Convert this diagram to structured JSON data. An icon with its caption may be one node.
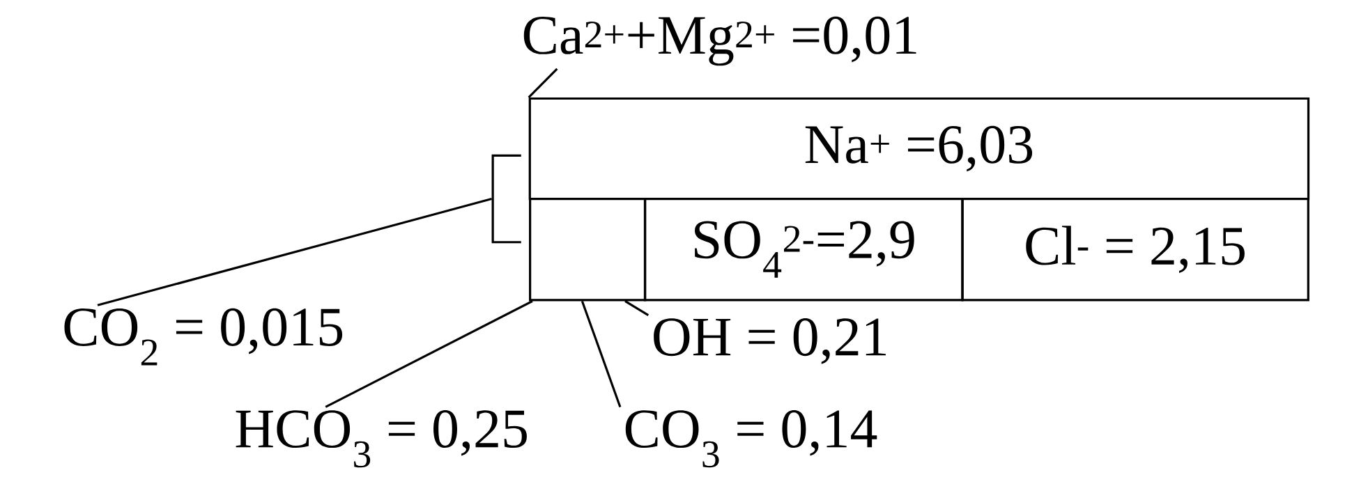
{
  "diagram": {
    "nodes": [
      {
        "text": [
          "Ca$^{2+}$+Mg$^{2+}$ =0,01"
        ]
      },
      {
        "text": [],
        "shape": "bracket"
      },
      {
        "text": [
          "Na$^{+}$ =6,03"
        ]
      },
      {
        "text": [],
        "shape": "box"
      },
      {
        "text": [
          "SO$_{4}$$^{2-}$=2,9"
        ]
      },
      {
        "text": [
          "Cl$^{-}$ = 2,15"
        ]
      },
      {
        "text": [
          "CO$_{2}$ = 0,015"
        ]
      },
      {
        "text": [
          "OH = 0,21"
        ]
      },
      {
        "text": [
          "HCO$_{3}$ = 0,25"
        ]
      },
      {
        "text": [
          "CO$_{3}$ = 0,14"
        ]
      }
    ],
    "edges": [
      {
        "from": 0,
        "to": 2,
        "arrow": "none"
      },
      {
        "from": 6,
        "to": 1,
        "arrow": "none"
      },
      {
        "from": 8,
        "to": 3,
        "arrow": "none"
      },
      {
        "from": 9,
        "to": 3,
        "arrow": "none"
      },
      {
        "from": 7,
        "to": 3,
        "arrow": "none"
      }
    ]
  }
}
